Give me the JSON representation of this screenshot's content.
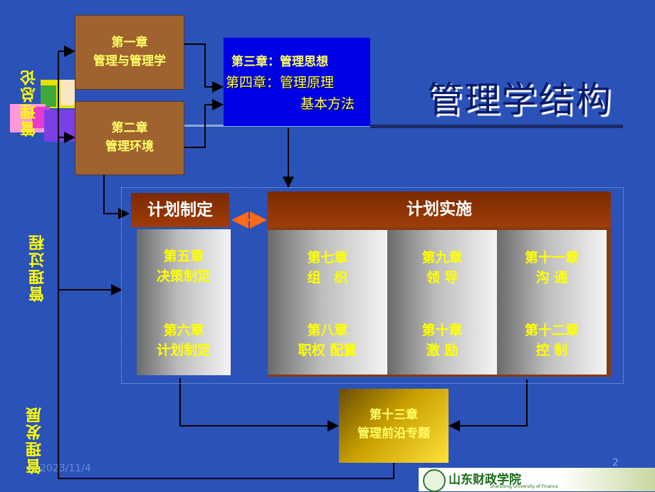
{
  "title": "管理学结构",
  "side_labels": {
    "general": "管理总论",
    "process": "管理过程",
    "development": "管理发展"
  },
  "boxes": {
    "ch1_line1": "第一章",
    "ch1_line2": "管理与管理学",
    "ch2_line1": "第二章",
    "ch2_line2": "管理环境",
    "ch3": "第三章：管理思想",
    "ch4_line1": "第四章：管理原理",
    "ch4_line2": "基本方法",
    "ch13_line1": "第十三章",
    "ch13_line2": "管理前沿专题"
  },
  "headers": {
    "plan_making": "计划制定",
    "plan_implementation": "计划实施"
  },
  "panels": {
    "p1_top1": "第五章",
    "p1_top2": "决策制定",
    "p1_bot1": "第六章",
    "p1_bot2": "计划制定",
    "p2_top1": "第七章",
    "p2_top2": "组　织",
    "p2_bot1": "第八章",
    "p2_bot2": "职权 配置",
    "p3_top1": "第九章",
    "p3_top2": "领 导",
    "p3_bot1": "第十章",
    "p3_bot2": "激  励",
    "p4_top1": "第十一章",
    "p4_top2": "沟 通",
    "p4_bot1": "第十二章",
    "p4_bot2": "控  制"
  },
  "footer": {
    "date": "2023/11/4",
    "page": "2",
    "logo_text": "山东财政学院",
    "logo_subtext": "ShanDong University of Finance"
  }
}
